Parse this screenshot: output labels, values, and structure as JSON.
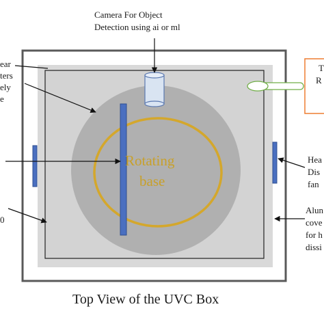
{
  "labels": {
    "camera_line1": "Camera For Object",
    "camera_line2": "Detection using ai or ml",
    "rotating_line1": "Rotating",
    "rotating_line2": "base",
    "caption": "Top View of the UVC Box",
    "left_top_1": "ear",
    "left_top_2": "ters",
    "left_top_3": "ely",
    "left_top_4": "e",
    "left_bottom_1": "0",
    "right_mid_1": "Hea",
    "right_mid_2": "Dis",
    "right_mid_3": "fan",
    "right_bottom_1": "Alun",
    "right_bottom_2": "cove",
    "right_bottom_3": "for h",
    "right_bottom_4": "dissi",
    "right_top_1": "T",
    "right_top_2": "R"
  },
  "colors": {
    "outer_frame": "#595959",
    "light_tray": "#d9d9d9",
    "inner_plate": "#d3d3d3",
    "base_disc": "#b0b0b0",
    "ring": "#d4a72c",
    "lamp": "#4a6fc0",
    "rotating_text": "#c8a02a",
    "camera_fill": "#d9e4f2",
    "camera_stroke": "#5a78b0",
    "sensor_stroke": "#70ad47",
    "callout_box": "#ed7d31"
  }
}
